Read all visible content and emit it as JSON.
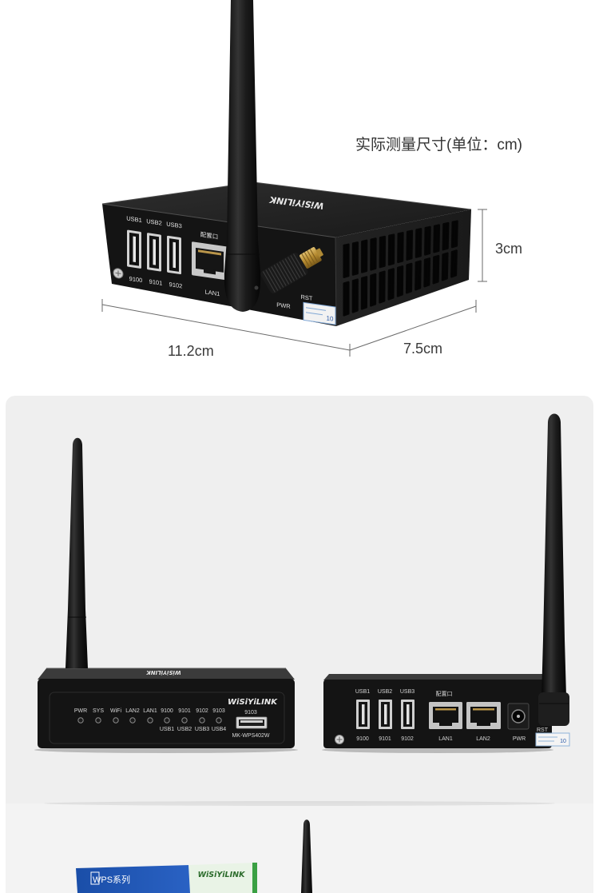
{
  "measurement": {
    "title": "实际测量尺寸(单位：cm)",
    "height": "3cm",
    "length": "11.2cm",
    "width": "7.5cm"
  },
  "top_device": {
    "brand": "WiSiYiLINK",
    "usb_labels": [
      "USB1",
      "USB2",
      "USB3"
    ],
    "port_labels": [
      "9100",
      "9101",
      "9102"
    ],
    "config_label": "配置口",
    "lan_label": "LAN1",
    "pwr_label": "PWR",
    "rst_label": "RST",
    "sticker": "10"
  },
  "front_device": {
    "led_labels": [
      "PWR",
      "SYS",
      "WiFi",
      "LAN2",
      "LAN1",
      "9100",
      "9101",
      "9102",
      "9103"
    ],
    "usb_labels": [
      "USB1",
      "USB2",
      "USB3",
      "USB4"
    ],
    "brand": "WiSiYiLINK",
    "usb_port_label": "9103",
    "model": "MK-WPS402W"
  },
  "back_device": {
    "usb_labels": [
      "USB1",
      "USB2",
      "USB3"
    ],
    "port_labels": [
      "9100",
      "9101",
      "9102"
    ],
    "config_label": "配置口",
    "lan_labels": [
      "LAN1",
      "LAN2"
    ],
    "pwr_label": "PWR",
    "rst_label": "RST",
    "sticker": "10"
  },
  "package": {
    "series": "WPS系列",
    "brand": "WiSiYiLINK"
  },
  "colors": {
    "device_body": "#141414",
    "panel_background": "#efefef",
    "package_blue": "#2a62c4",
    "package_green": "#3aa043"
  }
}
